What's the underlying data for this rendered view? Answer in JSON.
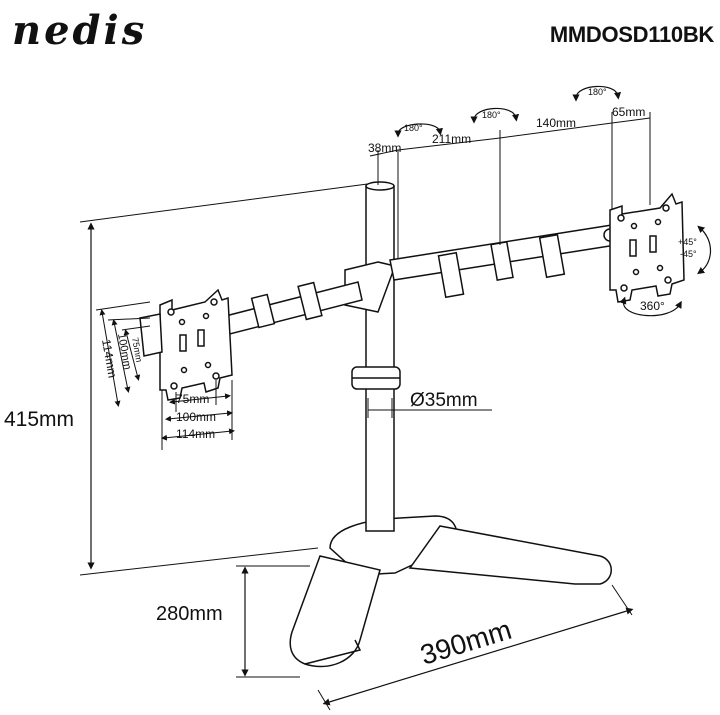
{
  "brand": "nedis",
  "model": "MMDOSD110BK",
  "dimensions": {
    "height": "415mm",
    "base_depth": "280mm",
    "base_width": "390mm",
    "pole_diameter": "Ø35mm"
  },
  "arm_segments": {
    "seg1": "38mm",
    "seg2": "211mm",
    "seg3": "140mm",
    "seg4": "65mm"
  },
  "rotations": {
    "r1": "180°",
    "r2": "180°",
    "r3": "180°",
    "swivel": "360°",
    "tilt_up": "+45°",
    "tilt_down": "-45°"
  },
  "vesa": {
    "w75": "75mm",
    "w100": "100mm",
    "w114": "114mm",
    "h75": "75mm",
    "h100": "100mm",
    "h114": "114mm"
  }
}
